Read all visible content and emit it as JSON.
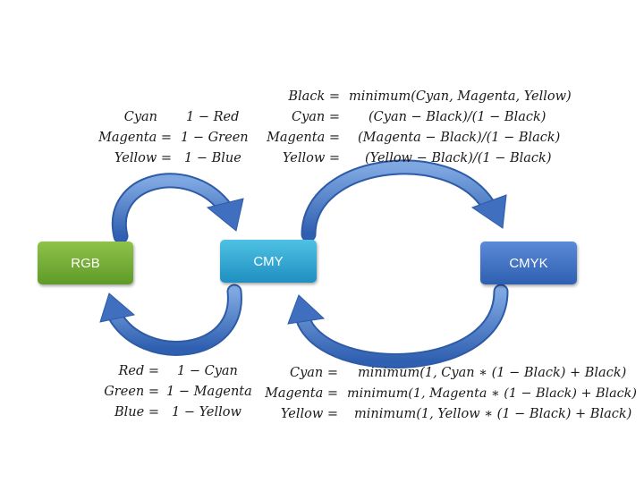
{
  "nodes": {
    "rgb": "RGB",
    "cmy": "CMY",
    "cmyk": "CMYK"
  },
  "rgb_to_cmy": [
    {
      "lhs": "Cyan",
      "rhs": "1 − Red"
    },
    {
      "lhs": "Magenta =",
      "rhs": "1 − Green"
    },
    {
      "lhs": "Yellow =",
      "rhs": "1 − Blue"
    }
  ],
  "cmy_to_cmyk": [
    {
      "lhs": "Black =",
      "rhs": "minimum(Cyan, Magenta, Yellow)"
    },
    {
      "lhs": "Cyan =",
      "rhs": "(Cyan − Black)/(1 − Black)"
    },
    {
      "lhs": "Magenta =",
      "rhs": "(Magenta − Black)/(1 − Black)"
    },
    {
      "lhs": "Yellow =",
      "rhs": "(Yellow − Black)/(1 − Black)"
    }
  ],
  "cmy_to_rgb": [
    {
      "lhs": "Red =",
      "rhs": "1 − Cyan"
    },
    {
      "lhs": "Green =",
      "rhs": "1 − Magenta"
    },
    {
      "lhs": "Blue =",
      "rhs": "1 − Yellow"
    }
  ],
  "cmyk_to_cmy": [
    {
      "lhs": "Cyan =",
      "rhs": "minimum(1, Cyan ∗ (1 − Black) + Black)"
    },
    {
      "lhs": "Magenta =",
      "rhs": "minimum(1, Magenta ∗ (1 − Black) + Black)"
    },
    {
      "lhs": "Yellow =",
      "rhs": "minimum(1, Yellow ∗ (1 − Black) + Black)"
    }
  ],
  "colors": {
    "arrow": "#4a7cc8",
    "rgb": "#6fa832",
    "cmy": "#2fa6d6",
    "cmyk": "#3e6fc2"
  }
}
